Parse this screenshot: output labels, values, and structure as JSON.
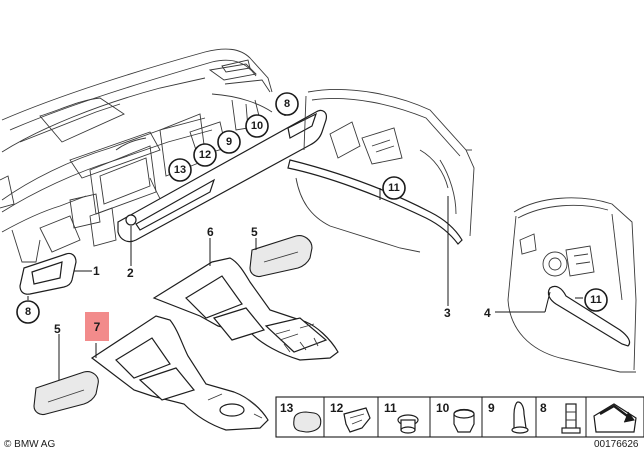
{
  "callouts": {
    "c8_top": "8",
    "c10": "10",
    "c9": "9",
    "c12": "12",
    "c13": "13",
    "c11_door": "11",
    "c6": "6",
    "c5_right": "5",
    "c11_rear": "11",
    "c8_left": "8",
    "c7": "7"
  },
  "labels": {
    "l1": "1",
    "l2": "2",
    "l3": "3",
    "l4": "4",
    "l5_left": "5"
  },
  "highlight_color": "#f28b8b",
  "parts_strip": {
    "items": [
      {
        "label": "13"
      },
      {
        "label": "12"
      },
      {
        "label": "11"
      },
      {
        "label": "10"
      },
      {
        "label": "9"
      },
      {
        "label": "8"
      }
    ]
  },
  "footer": {
    "brand": "© BMW AG",
    "diagram_number": "00176626"
  }
}
